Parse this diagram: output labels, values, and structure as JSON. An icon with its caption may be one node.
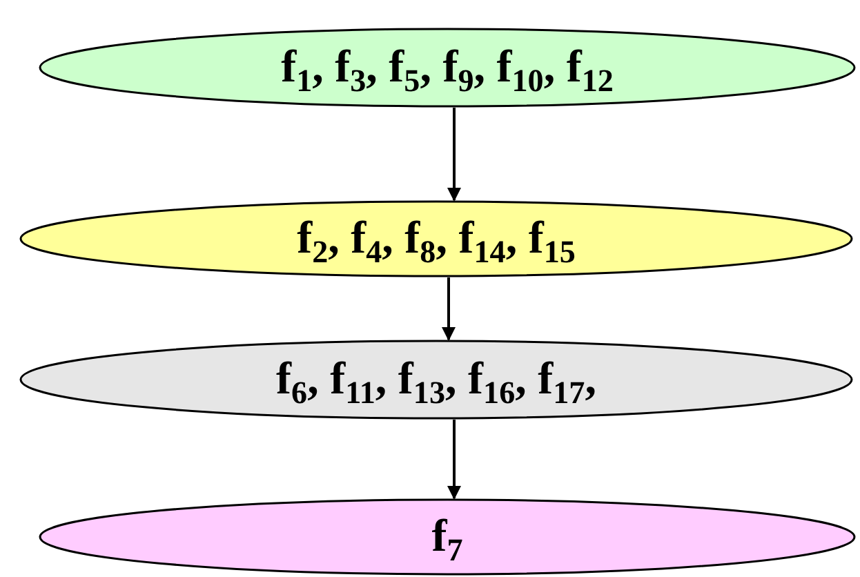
{
  "diagram": {
    "nodes": [
      {
        "text": [
          "f$_{1}$, f$_{3}$, f$_{5}$, f$_{9}$, f$_{10}$, f$_{12}$"
        ]
      },
      {
        "text": [
          "f$_{2}$, f$_{4}$, f$_{8}$, f$_{14}$, f$_{15}$"
        ]
      },
      {
        "text": [
          "f$_{6}$, f$_{11}$, f$_{13}$, f$_{16}$, f$_{17}$,"
        ]
      },
      {
        "text": [
          "f$_{7}$"
        ]
      }
    ],
    "edges": [
      {
        "from": 0,
        "to": 1,
        "arrow": "to"
      },
      {
        "from": 1,
        "to": 2,
        "arrow": "to"
      },
      {
        "from": 2,
        "to": 3,
        "arrow": "to"
      }
    ]
  }
}
